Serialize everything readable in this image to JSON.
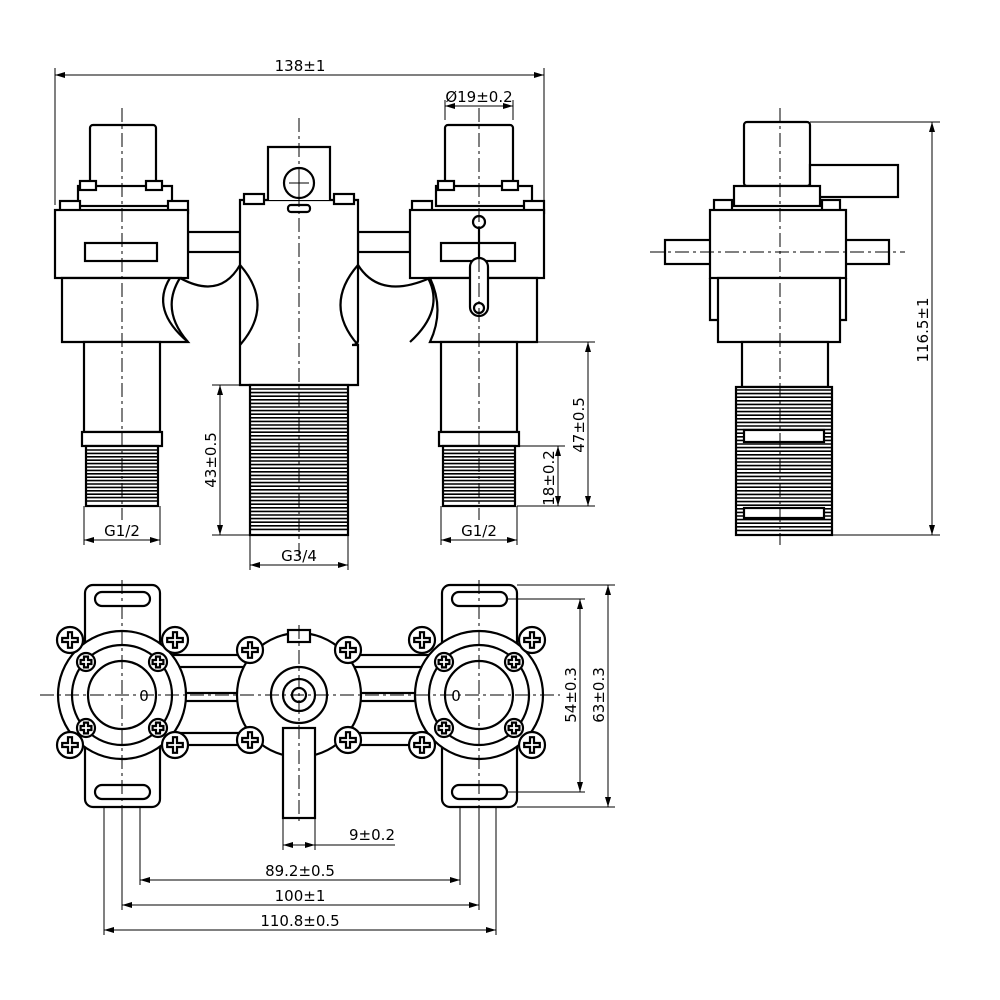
{
  "dimensions": {
    "overall_width": "138±1",
    "cap_diameter": "Ø19±0.2",
    "inlet_left": "G1/2",
    "inlet_right": "G1/2",
    "outlet": "G3/4",
    "outlet_length": "43±0.5",
    "inlet_length": "47±0.5",
    "inlet_thread_length": "18±0.2",
    "overall_height": "116.5±1",
    "handle_width": "9±0.2",
    "mount_54": "54±0.3",
    "mount_63": "63±0.3",
    "spacing_89": "89.2±0.5",
    "spacing_100": "100±1",
    "spacing_110": "110.8±0.5"
  },
  "marks": {
    "left_knob_mark": "0",
    "right_knob_mark": "0"
  },
  "colors": {
    "line": "#000000",
    "background": "#ffffff"
  }
}
